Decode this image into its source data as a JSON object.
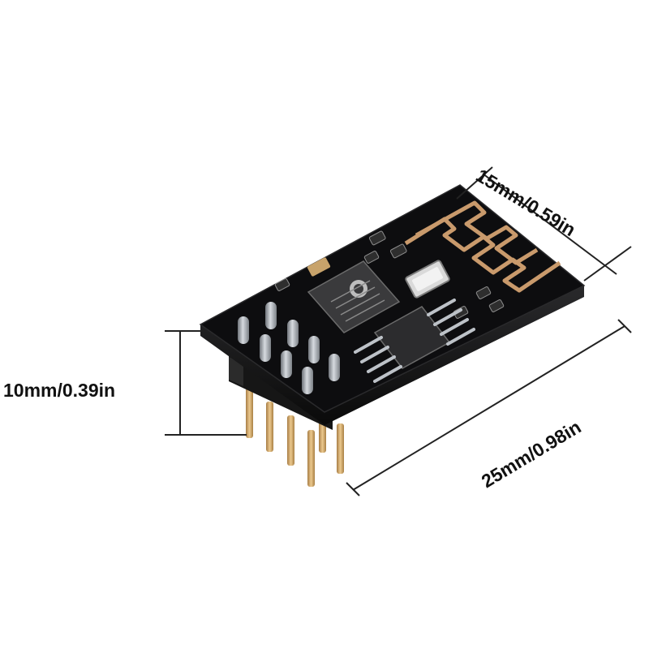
{
  "dimensions": {
    "width_label": "15mm/0.59in",
    "length_label": "25mm/0.98in",
    "height_label": "10mm/0.39in"
  },
  "colors": {
    "pcb": "#0d0d0f",
    "pcb_edge": "#1c1c1e",
    "antenna_trace": "#c99a6c",
    "pin_metal": "#9ea3aa",
    "header_pin_gold": "#d2a765",
    "header_plastic": "#141414",
    "dimension_line": "#222222"
  },
  "icons": {
    "chip": "qfn-chip-icon",
    "flash": "soic-flash-icon",
    "antenna": "pcb-antenna-icon"
  }
}
